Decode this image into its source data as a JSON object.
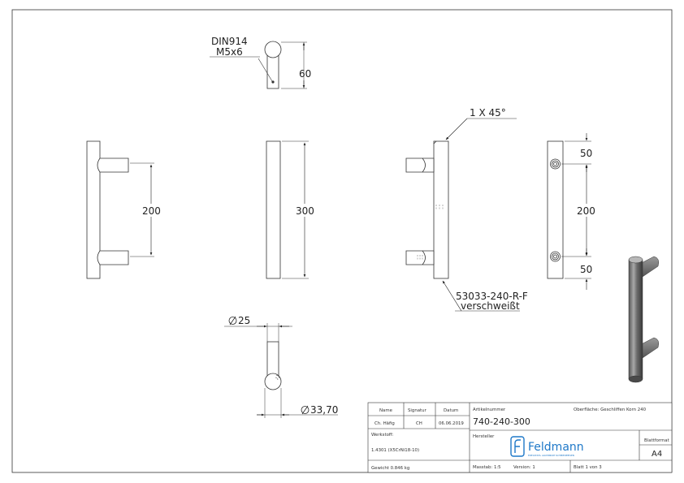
{
  "drawing": {
    "labels": {
      "thread_spec_1": "DIN914",
      "thread_spec_2": "M5x6",
      "chamfer": "1 X 45°",
      "weld_note_1": "53033-240-R-F",
      "weld_note_2": "verschweißt",
      "dia_tube": "25",
      "dia_end": "33,70"
    },
    "dimensions": {
      "top_depth": "60",
      "front_spacing": "200",
      "side_length": "300",
      "right_top_offset": "50",
      "right_spacing": "200",
      "right_bottom_offset": "50"
    }
  },
  "title_block": {
    "hdr_name": "Name",
    "hdr_signature": "Signatur",
    "hdr_date": "Datum",
    "name": "Ch. Häfig",
    "signature": "CH",
    "date": "06.06.2019",
    "material_label": "Werkstoff:",
    "material": "1.4301 (X5CrNi18-10)",
    "weight": "Gewicht 0.846 kg",
    "article_label": "Artikelnummer",
    "article_number": "740-240-300",
    "surface": "Oberfläche: Geschliffen Korn 240",
    "manufacturer_label": "Hersteller",
    "brand": "Feldmann",
    "brand_tagline": "EDELSTAHL ALUMINIUM SCHMIEDEEISEN",
    "format_label": "Blattformat",
    "format": "A4",
    "scale": "Masstab: 1:5",
    "version": "Version: 1",
    "sheet": "Blatt 1 von 3"
  },
  "colors": {
    "line": "#333333",
    "brand_blue": "#1e78c8",
    "render_dark": "#4a4a4a",
    "render_light": "#9a9a9a"
  }
}
